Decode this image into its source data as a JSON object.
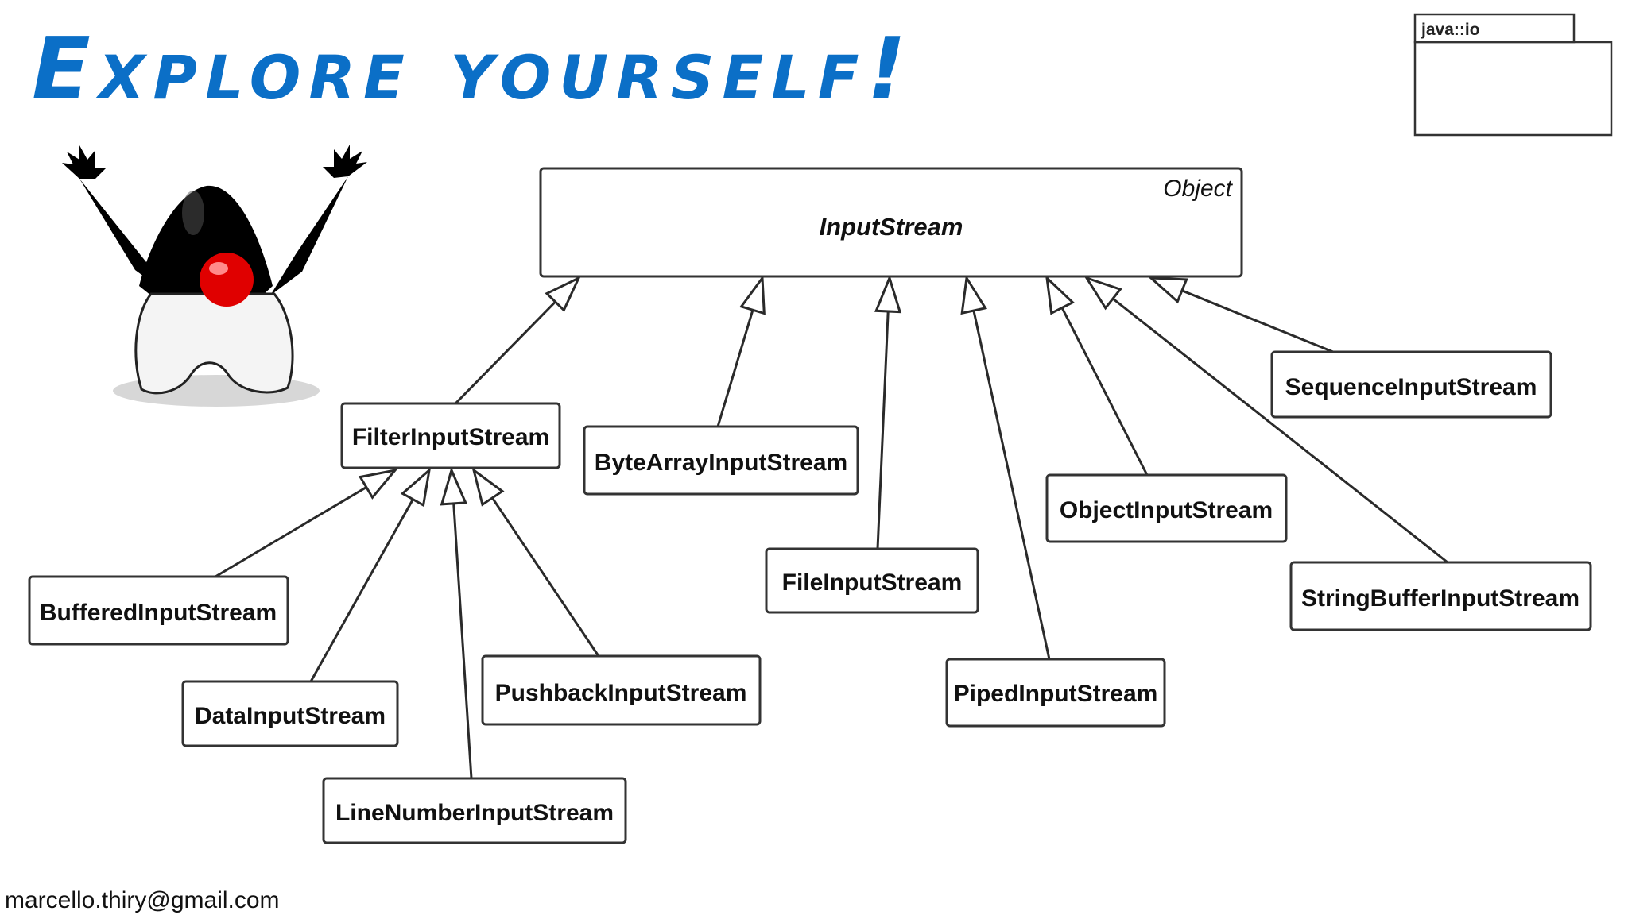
{
  "slide": {
    "title": "Explore yourself!",
    "package_label": "java::io",
    "footer_email": "marcello.thiry@gmail.com"
  },
  "mascot": {
    "icon": "duke-mascot-icon",
    "nose_color": "#e00000",
    "body_color": "#000000"
  },
  "colors": {
    "title": "#0b6fc7",
    "box_stroke": "#333333",
    "edge": "#2a2a2a"
  },
  "diagram": {
    "root": {
      "name": "InputStream",
      "stereotype": "Object"
    },
    "filter": {
      "name": "FilterInputStream",
      "parent": "InputStream"
    },
    "direct_subclasses": [
      "FilterInputStream",
      "ByteArrayInputStream",
      "FileInputStream",
      "PipedInputStream",
      "ObjectInputStream",
      "StringBufferInputStream",
      "SequenceInputStream"
    ],
    "filter_subclasses": [
      "BufferedInputStream",
      "DataInputStream",
      "LineNumberInputStream",
      "PushbackInputStream"
    ],
    "relation": "inheritance"
  }
}
